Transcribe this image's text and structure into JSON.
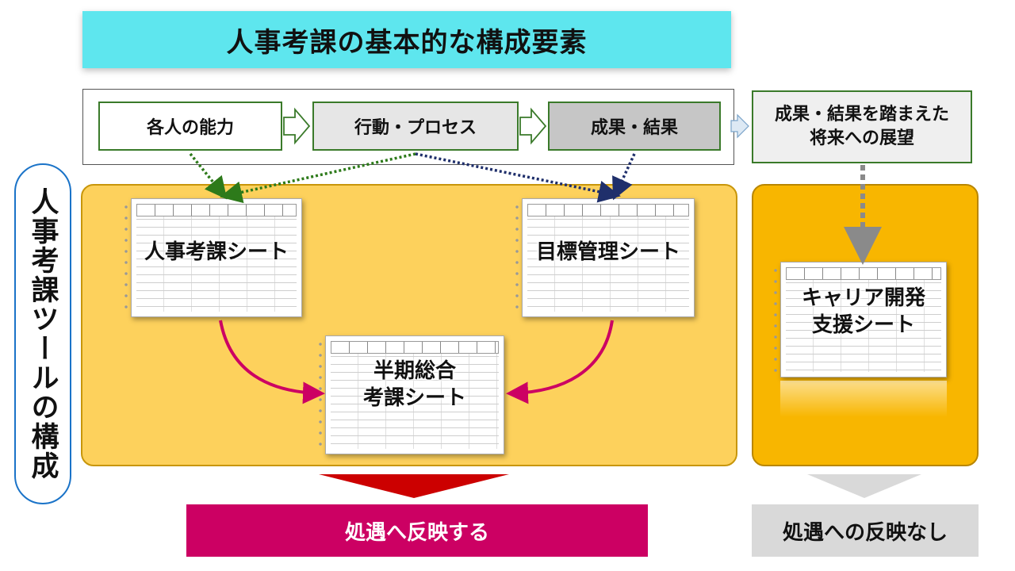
{
  "title": "人事考課の基本的な構成要素",
  "process_steps": [
    {
      "label": "各人の能力"
    },
    {
      "label": "行動・プロセス"
    },
    {
      "label": "成果・結果"
    }
  ],
  "future_box": {
    "label": "成果・結果を踏まえた\n将来への展望"
  },
  "side_label": "人事考課ツールの構成",
  "sheets": {
    "jinji": "人事考課シート",
    "mokuhyo": "目標管理シート",
    "hanki": "半期総合\n考課シート",
    "career": "キャリア開発\n支援シート"
  },
  "results": {
    "left": "処遇へ反映する",
    "right": "処遇への反映なし"
  },
  "colors": {
    "title_bg": "#5ee6ee",
    "panel_left": "#fdd15c",
    "panel_right": "#f8b600",
    "result_left": "#cc0063",
    "result_right": "#d9d9d9",
    "arrow_green": "#2d7a1a",
    "arrow_navy": "#1f2f6b",
    "arrow_magenta": "#cc0063"
  }
}
